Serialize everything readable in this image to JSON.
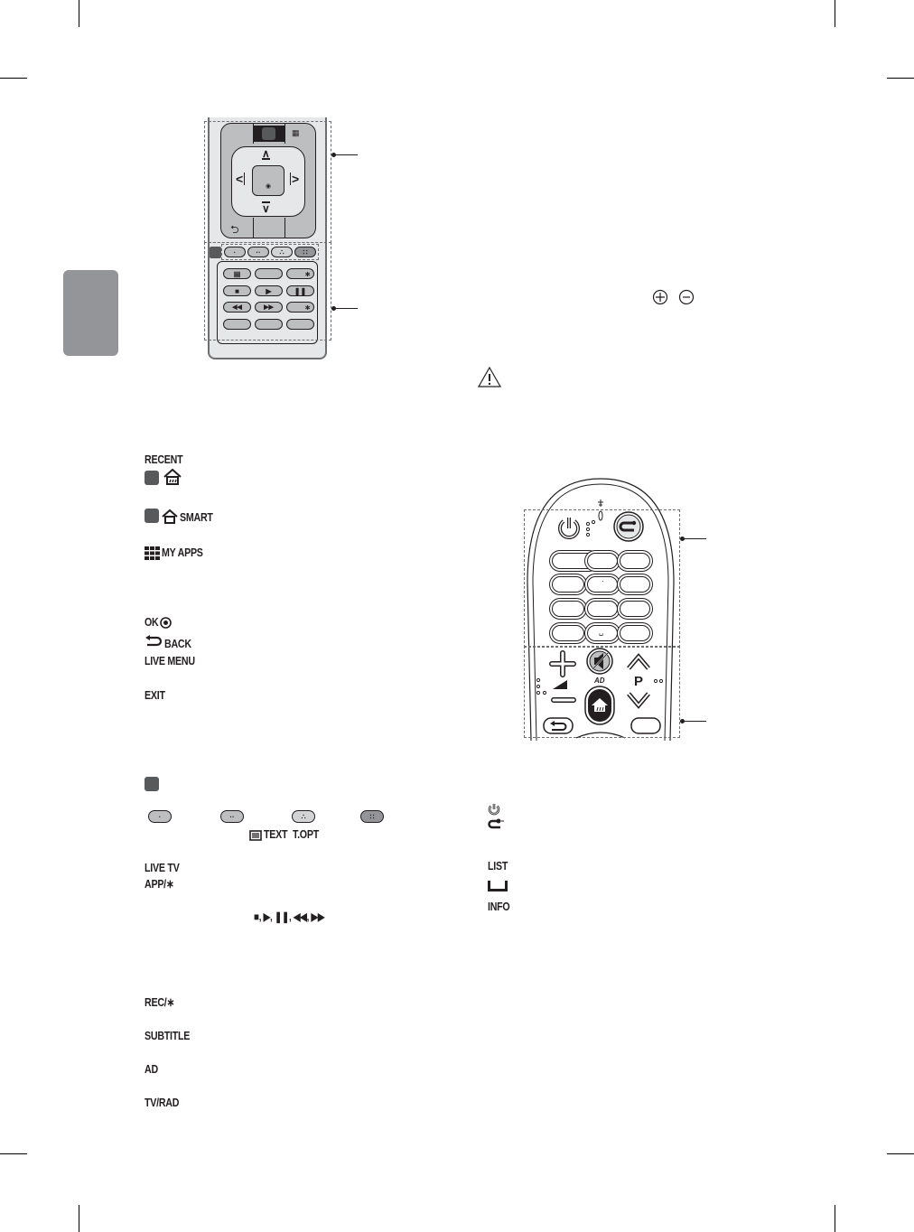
{
  "left_column": {
    "labels": {
      "recent": "RECENT",
      "smart": "SMART",
      "my_apps": "MY APPS",
      "ok": "OK",
      "back": "BACK",
      "live_menu": "LIVE MENU",
      "exit": "EXIT",
      "text": "TEXT",
      "t_opt": "T.OPT",
      "live_tv": "LIVE TV",
      "app_star": "APP/∗",
      "playback_symbols": "■, ▶, ❚❚, ◀◀, ▶▶",
      "rec_star": "REC/∗",
      "subtitle": "SUBTITLE",
      "ad": "AD",
      "tv_rad": "TV/RAD"
    },
    "color_buttons": [
      "red",
      "green",
      "yellow",
      "blue"
    ],
    "remote_a": {
      "keys": {
        "teletext_icon": "▤",
        "stop": "■",
        "play": "▶",
        "pause": "❚❚",
        "rew": "◀◀",
        "ff": "▶▶",
        "star": "∗",
        "back": "⮌",
        "ok": "◉",
        "up": "∧",
        "down": "∨",
        "left": "<",
        "right": ">"
      }
    }
  },
  "right_column": {
    "battery_symbols": {
      "plus": "+",
      "minus": "−"
    },
    "warning_icon": "⚠",
    "labels": {
      "list": "LIST",
      "space": "␣",
      "info": "INFO"
    },
    "remote_b": {
      "p_label": "P",
      "ad_label": "AD"
    }
  },
  "colors": {
    "side_tab": "#939598",
    "dark_key": "#58595b",
    "remote_grey": "#bcbec0",
    "remote_light": "#e6e7e8"
  }
}
